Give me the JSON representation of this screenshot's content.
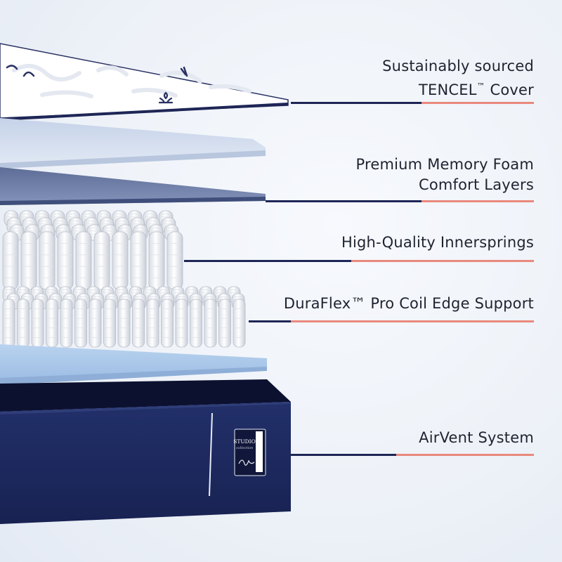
{
  "callouts": [
    {
      "id": "cover",
      "lines": [
        "Sustainably sourced",
        "TENCEL",
        " Cover"
      ]
    },
    {
      "id": "foam",
      "lines": [
        "Premium Memory Foam",
        "Comfort Layers"
      ]
    },
    {
      "id": "springs",
      "lines": [
        "High-Quality Innersprings"
      ]
    },
    {
      "id": "edge",
      "lines": [
        "DuraFlex™ Pro Coil Edge Support"
      ]
    },
    {
      "id": "airvent",
      "lines": [
        "AirVent System"
      ]
    }
  ],
  "tm_symbol": "™",
  "base_label": {
    "line1": "STUDIO",
    "line2": "collection"
  },
  "colors": {
    "navy": "#1e2656",
    "coral": "#e9897d",
    "base_navy": "#1b2450",
    "foam_light": "#d3deef",
    "foam_mid": "#6f7fa6",
    "foam_bottom": "#a9c6e8",
    "text": "#1f2330"
  }
}
